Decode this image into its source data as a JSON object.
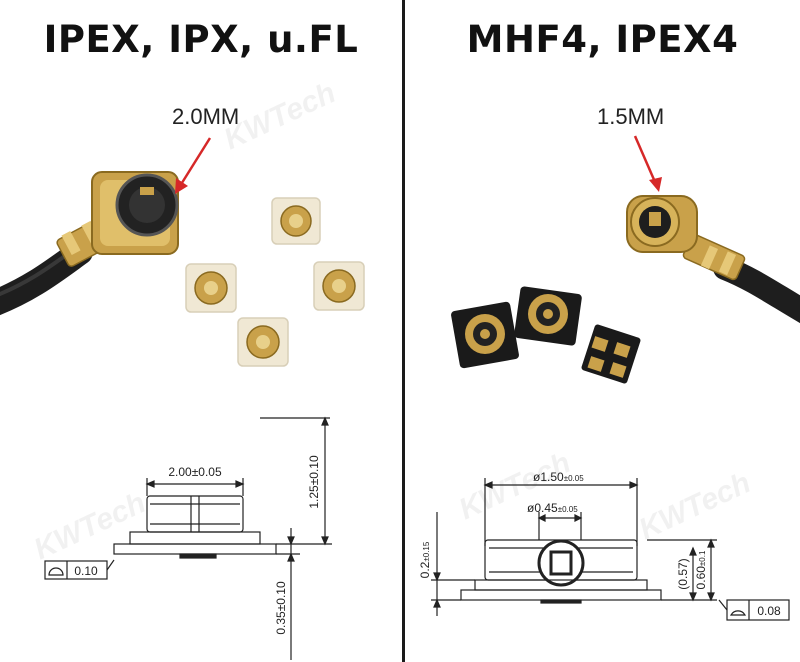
{
  "left": {
    "title": "IPEX, IPX, u.FL",
    "callout": "2.0MM",
    "drawing": {
      "width_dim": "2.00±0.05",
      "height_dim": "1.25±0.10",
      "base_dim": "0.35±0.10",
      "flatness": "0.10"
    }
  },
  "right": {
    "title": "MHF4, IPEX4",
    "callout": "1.5MM",
    "drawing": {
      "outer_dia_main": "ø1.50",
      "outer_dia_tol": "±0.05",
      "inner_dia_main": "ø0.45",
      "inner_dia_tol": "±0.05",
      "left_height_main": "0.2",
      "left_height_tol": "±0.15",
      "ref_height": "(0.57)",
      "total_height_main": "0.60",
      "total_height_tol": "±0.1",
      "flatness": "0.08"
    }
  },
  "colors": {
    "gold": "#c9a14a",
    "cable": "#1e1e1e",
    "arrow": "#d62828",
    "divider": "#1a1a1a"
  }
}
